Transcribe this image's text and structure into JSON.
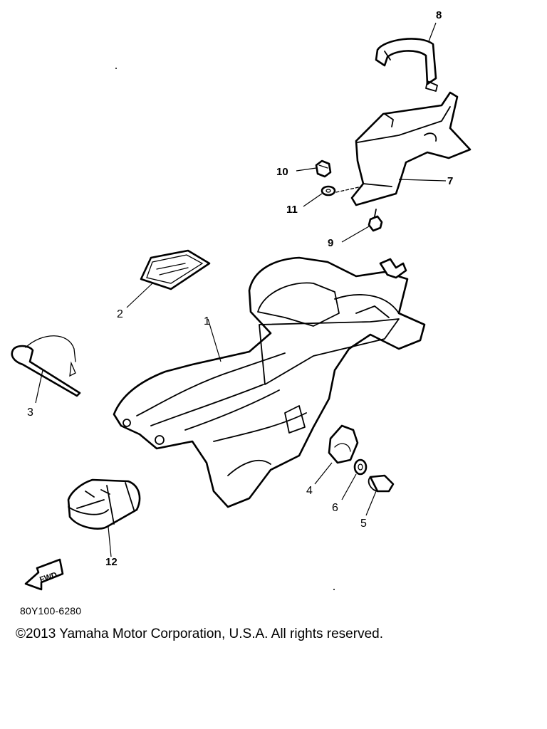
{
  "callouts": {
    "c1": "1",
    "c2": "2",
    "c3": "3",
    "c4": "4",
    "c5": "5",
    "c6": "6",
    "c7": "7",
    "c8": "8",
    "c9": "9",
    "c10": "10",
    "c11": "11",
    "c12": "12"
  },
  "fwd_label": "FWD",
  "drawing_code": "80Y100-6280",
  "copyright": "©2013 Yamaha Motor Corporation, U.S.A. All rights reserved."
}
